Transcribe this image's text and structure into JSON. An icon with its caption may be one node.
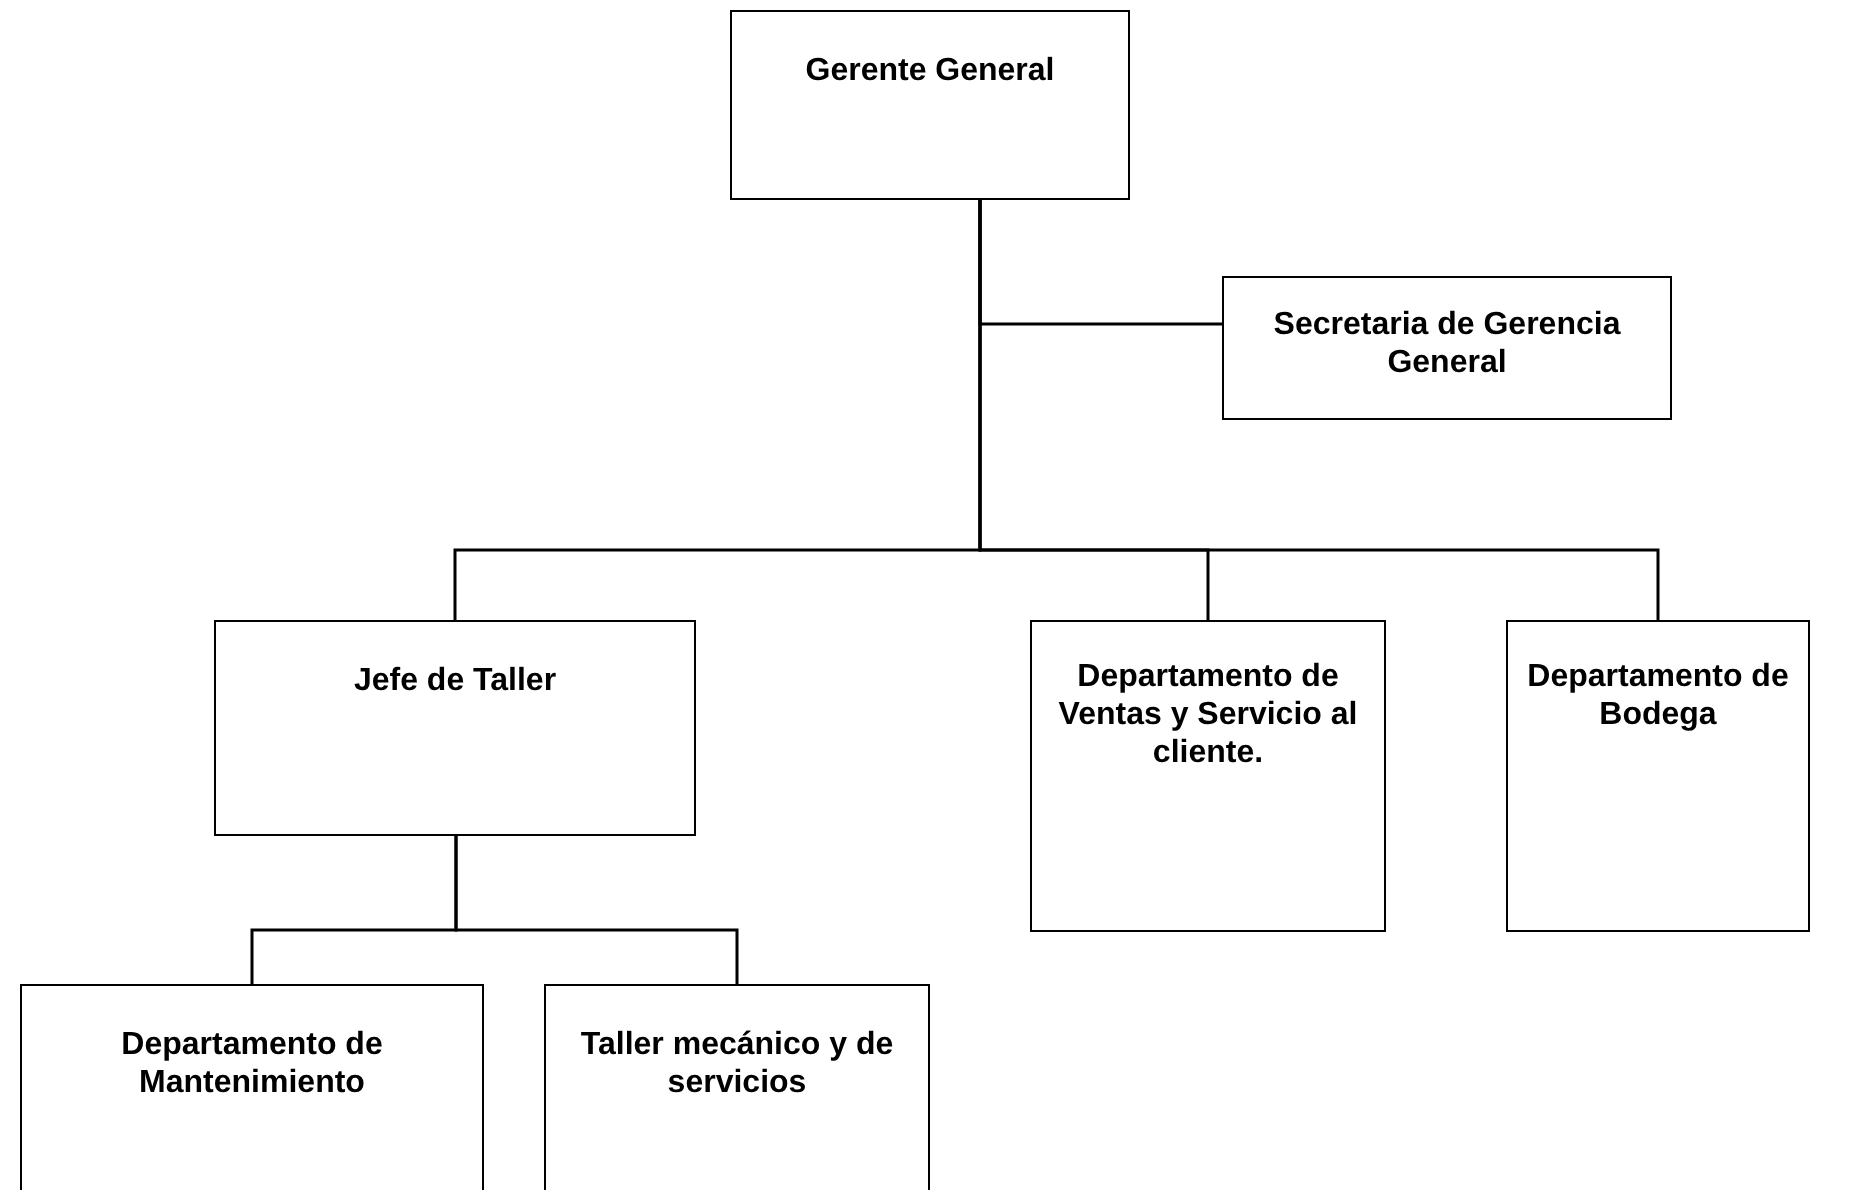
{
  "diagram": {
    "nodes": [
      {
        "text": [
          "Gerente General"
        ]
      },
      {
        "text": [
          "Secretaria de Gerencia General"
        ]
      },
      {
        "text": [
          "Jefe de Taller"
        ]
      },
      {
        "text": [
          "Departamento de Ventas y Servicio al cliente."
        ]
      },
      {
        "text": [
          "Departamento de Bodega"
        ]
      },
      {
        "text": [
          "Departamento de Mantenimiento"
        ]
      },
      {
        "text": [
          "Taller mecánico y de servicios"
        ]
      }
    ],
    "edges": [
      {
        "from": 0,
        "to": 1,
        "arrow": "none"
      },
      {
        "from": 0,
        "to": 2,
        "arrow": "none"
      },
      {
        "from": 0,
        "to": 3,
        "arrow": "none"
      },
      {
        "from": 0,
        "to": 4,
        "arrow": "none"
      },
      {
        "from": 2,
        "to": 5,
        "arrow": "none"
      },
      {
        "from": 2,
        "to": 6,
        "arrow": "none"
      }
    ]
  }
}
